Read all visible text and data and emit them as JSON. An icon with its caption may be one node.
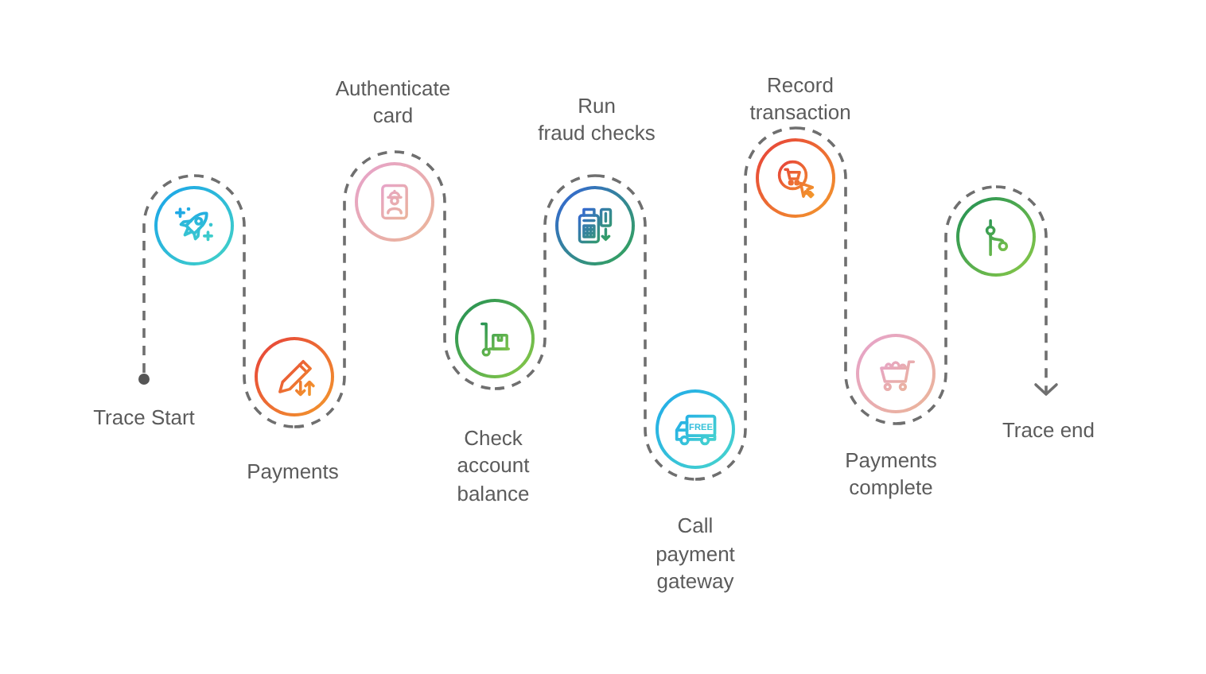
{
  "diagram": {
    "nodes": [
      {
        "text": [
          "Trace Start"
        ]
      },
      {
        "text": [],
        "shape": "circle"
      },
      {
        "text": [
          "Payments"
        ]
      },
      {
        "text": [
          "Authenticate card"
        ]
      },
      {
        "text": [
          "Check account balance"
        ]
      },
      {
        "text": [
          "Run fraud checks"
        ]
      },
      {
        "text": [
          "Call payment gateway"
        ]
      },
      {
        "text": [
          "Record transaction"
        ]
      },
      {
        "text": [
          "Payments complete"
        ]
      },
      {
        "text": [],
        "shape": "circle"
      },
      {
        "text": [
          "Trace end"
        ]
      }
    ],
    "edges": [
      {
        "from": 0,
        "to": 1,
        "arrow": "none",
        "style": "dashed"
      },
      {
        "from": 1,
        "to": 2,
        "arrow": "none",
        "style": "dashed"
      },
      {
        "from": 2,
        "to": 3,
        "arrow": "none",
        "style": "dashed"
      },
      {
        "from": 3,
        "to": 4,
        "arrow": "none",
        "style": "dashed"
      },
      {
        "from": 4,
        "to": 5,
        "arrow": "none",
        "style": "dashed"
      },
      {
        "from": 5,
        "to": 6,
        "arrow": "none",
        "style": "dashed"
      },
      {
        "from": 6,
        "to": 7,
        "arrow": "none",
        "style": "dashed"
      },
      {
        "from": 7,
        "to": 8,
        "arrow": "none",
        "style": "dashed"
      },
      {
        "from": 8,
        "to": 9,
        "arrow": "none",
        "style": "dashed"
      },
      {
        "from": 9,
        "to": 10,
        "arrow": "to",
        "style": "dashed"
      }
    ],
    "labels": [
      "FREE"
    ]
  }
}
